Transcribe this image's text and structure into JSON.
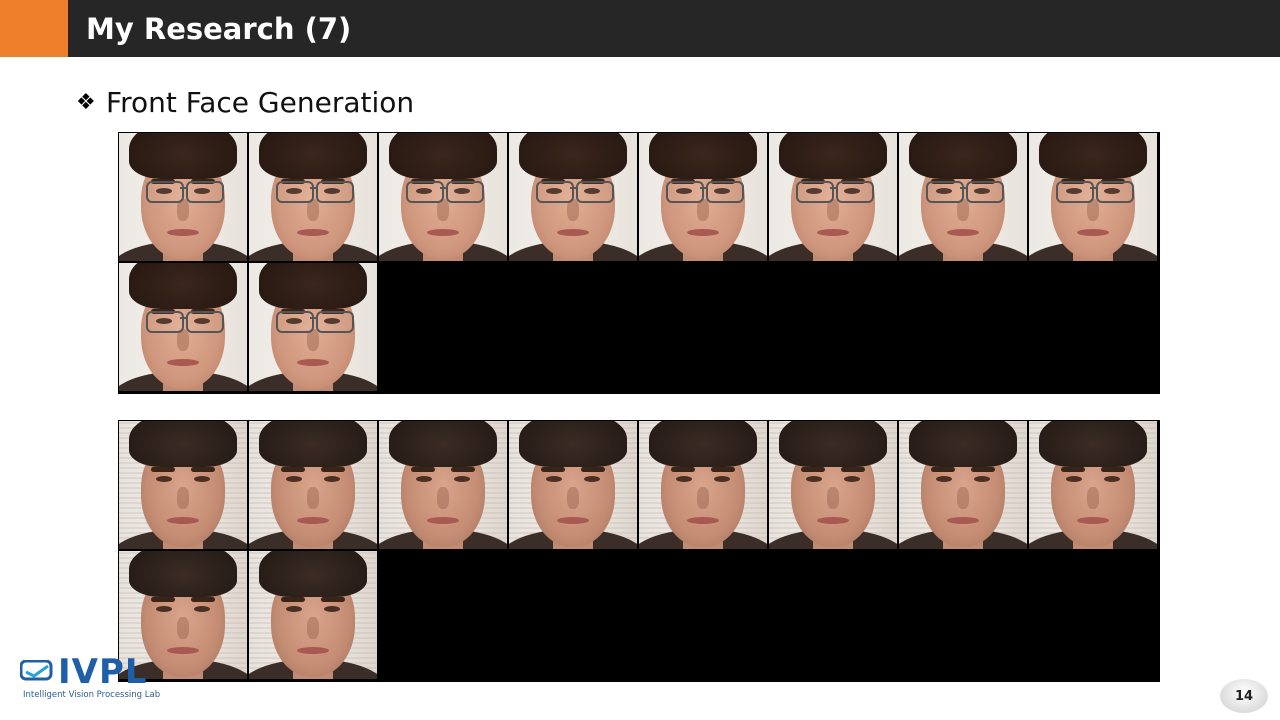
{
  "slide": {
    "title": "My Research (7)",
    "bullet_symbol": "❖",
    "bullet_text": "Front Face Generation",
    "page_number": "14",
    "accent_color": "#ee7f2b",
    "header_color": "#262626"
  },
  "logo": {
    "wordmark": "IVPL",
    "subtitle": "Intelligent Vision Processing Lab"
  },
  "grids": [
    {
      "kind": "input",
      "image_count": 10
    },
    {
      "kind": "generated",
      "image_count": 10
    }
  ]
}
